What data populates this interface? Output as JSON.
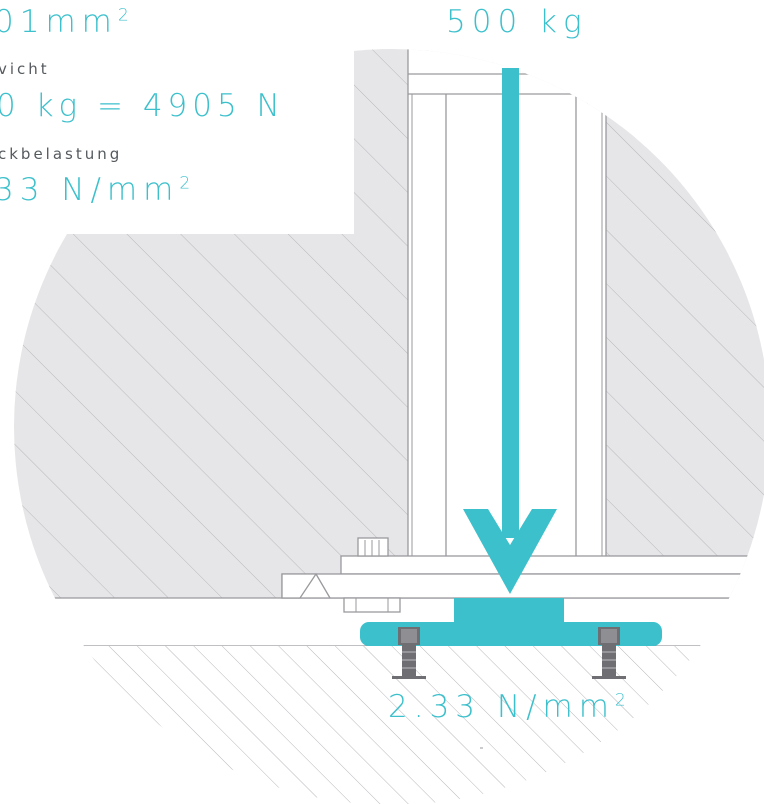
{
  "colors": {
    "accent": "#3cc0cc",
    "wall_fill": "#e6e6e8",
    "hatch": "#b8b8bc",
    "stroke": "#9a9a9e",
    "bolt": "#6f6f73",
    "label_grey": "#555a5e"
  },
  "labels": {
    "area_value": "01mm",
    "area_sup": "2",
    "weight_heading": "vicht",
    "weight_value": "0 kg = 4905 N",
    "pressure_heading": "ckbelastung",
    "pressure_value": "33 N/mm",
    "pressure_sup": "2",
    "load": "500 kg",
    "result_value": "2.33 N/mm",
    "result_sup": "2"
  }
}
